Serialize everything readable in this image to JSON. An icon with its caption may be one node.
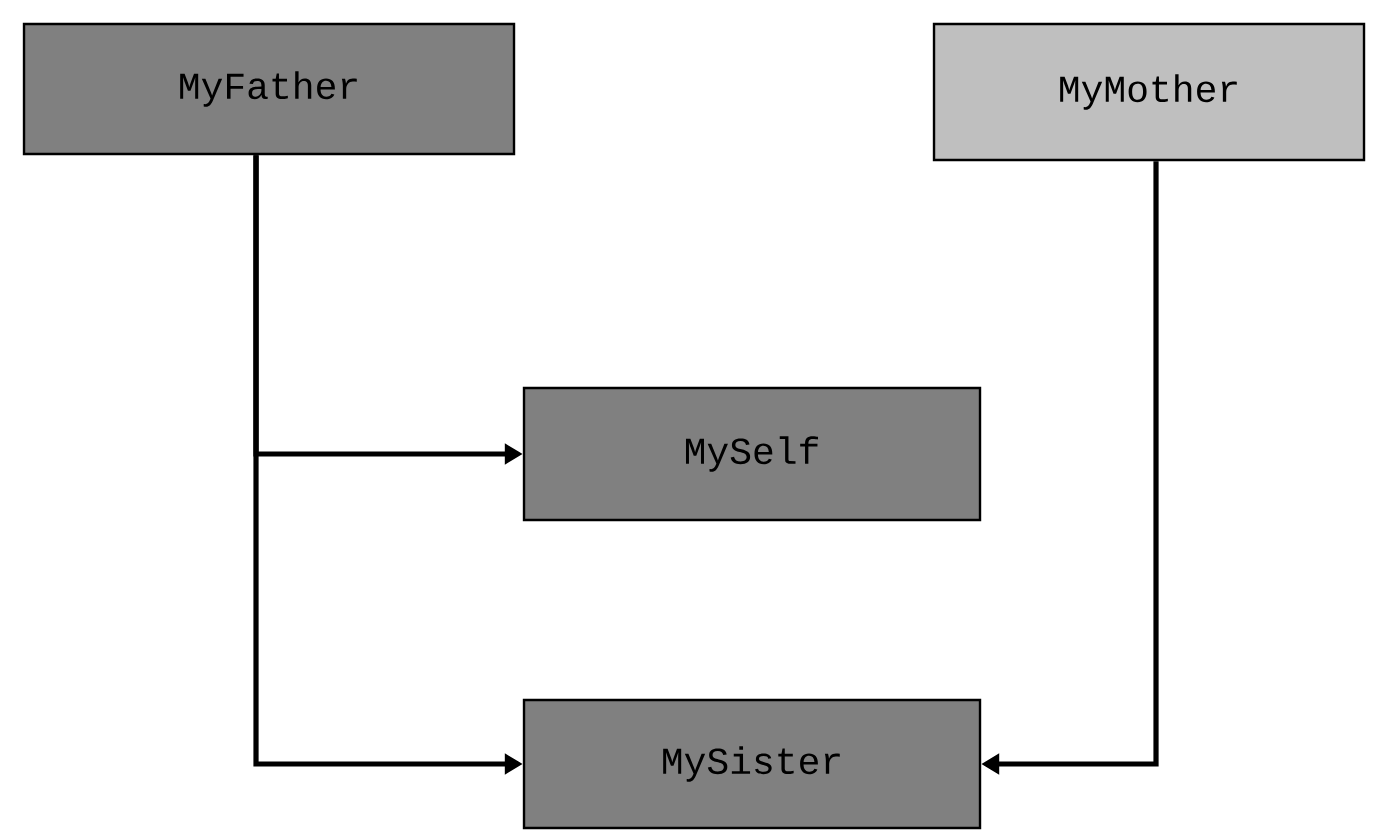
{
  "diagram": {
    "nodes": [
      {
        "text": [
          "MyFather"
        ]
      },
      {
        "text": [
          "MyMother"
        ]
      },
      {
        "text": [
          "MySelf"
        ]
      },
      {
        "text": [
          "MySister"
        ]
      }
    ],
    "edges": [
      {
        "from": 0,
        "to": 2,
        "arrow": "to"
      },
      {
        "from": 0,
        "to": 3,
        "arrow": "to"
      },
      {
        "from": 1,
        "to": 3,
        "arrow": "to"
      }
    ]
  }
}
